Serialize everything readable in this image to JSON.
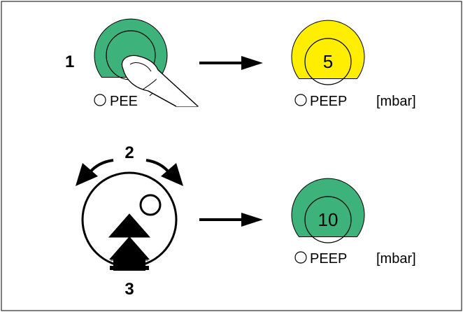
{
  "steps": {
    "press": "1",
    "turn": "2",
    "confirm": "3"
  },
  "knob_top": {
    "value": "5",
    "label": "PEEP",
    "unit": "[mbar]"
  },
  "knob_bottom": {
    "value": "10",
    "label": "PEEP",
    "unit": "[mbar]"
  },
  "knob_press": {
    "label_partial": "PEE"
  },
  "colors": {
    "active_green": "#3db27a",
    "edit_yellow": "#ffee00",
    "stroke": "#000000"
  },
  "icons": [
    "finger-press-icon",
    "rotary-knob-icon",
    "confirm-arrow-icon",
    "arrow-right-icon",
    "curved-arrow-icon",
    "led-indicator-icon"
  ]
}
